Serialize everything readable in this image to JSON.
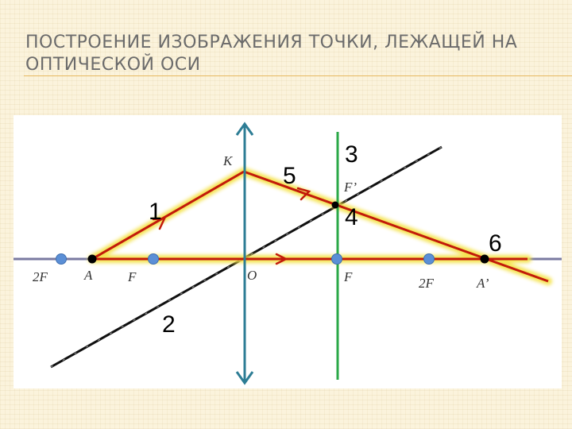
{
  "slide": {
    "title": "ПОСТРОЕНИЕ ИЗОБРАЖЕНИЯ  ТОЧКИ, ЛЕЖАЩЕЙ НА ОПТИЧЕСКОЙ ОСИ"
  },
  "diagram": {
    "labels": {
      "focus_left_far": "2F",
      "point_a": "A",
      "focus_left": "F",
      "center_o": "O",
      "point_k": "K",
      "focal_plane_f_prime": "F’",
      "focus_right": "F",
      "focus_right_far": "2F",
      "image_a_prime": "A’"
    },
    "step_numbers": {
      "s1": "1",
      "s2": "2",
      "s3": "3",
      "s4": "4",
      "s5": "5",
      "s6": "6"
    },
    "colors": {
      "axis": "#7a7aa0",
      "lens": "#2d7d95",
      "focal_plane": "#2aa847",
      "auxiliary_ray": "#101010",
      "ray": "#c21a0a",
      "ray_glow": "#f4e24a",
      "focus_dot": "#5b8fd6"
    }
  }
}
